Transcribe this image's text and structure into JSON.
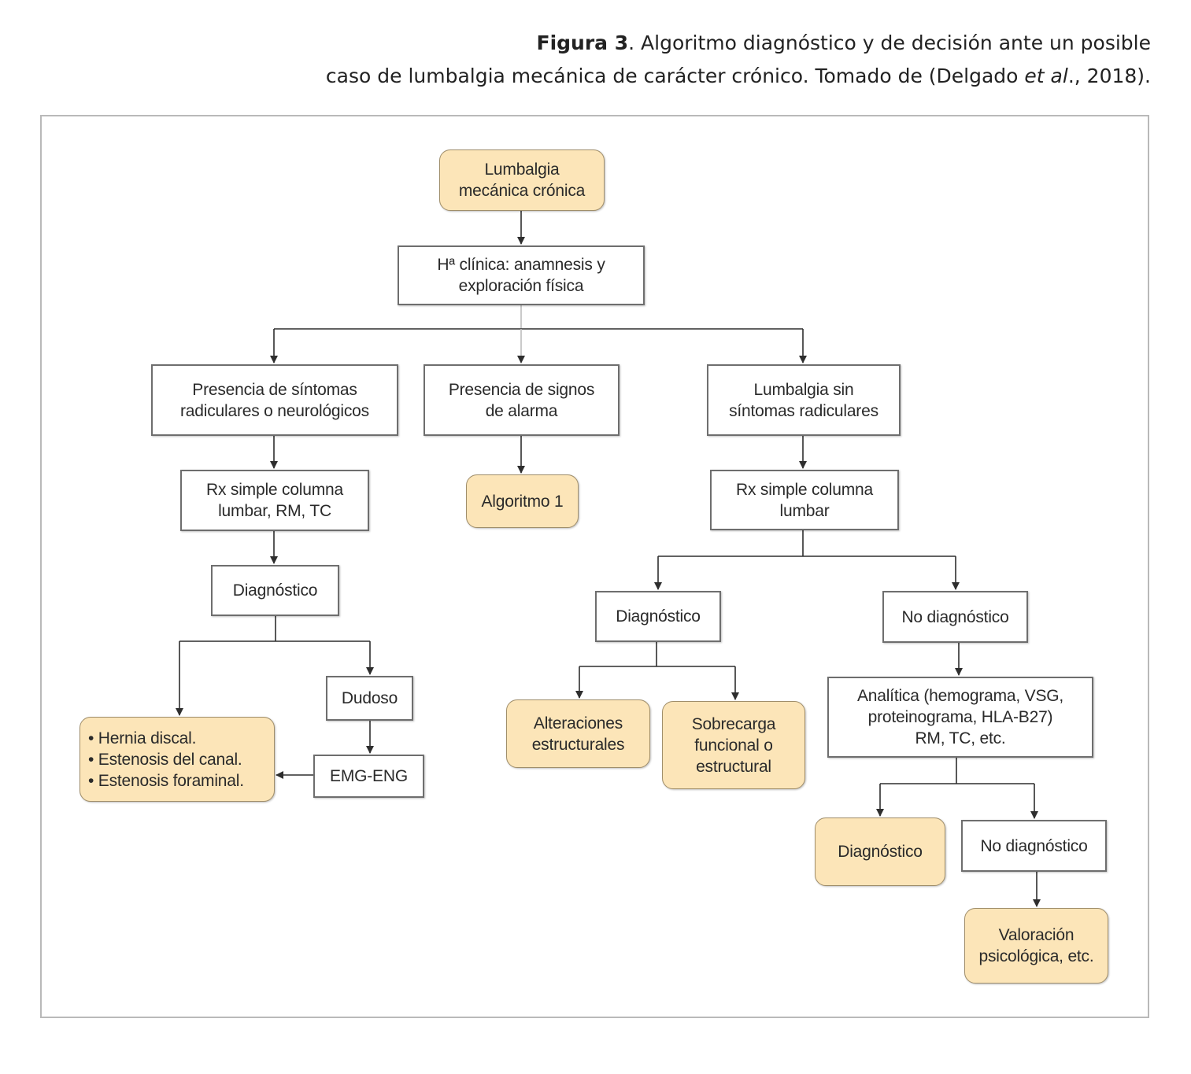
{
  "caption": {
    "label": "Figura 3",
    "line1_rest": ". Algoritmo diagnóstico y de decisión ante un posible",
    "line2_pre": "caso de lumbalgia mecánica de carácter crónico. Tomado de (Delgado ",
    "line2_italic": "et al",
    "line2_post": "., 2018)."
  },
  "nodes": {
    "root": "Lumbalgia\nmecánica crónica",
    "history": "Hª clínica: anamnesis y\nexploración física",
    "radicular": "Presencia de síntomas\nradiculares o neurológicos",
    "alarm": "Presencia de signos\nde alarma",
    "nonradicular": "Lumbalgia sin\nsíntomas radiculares",
    "rx_full": "Rx simple columna\nlumbar, RM, TC",
    "algoritmo": "Algoritmo 1",
    "rx_simple": "Rx simple columna\nlumbar",
    "diag_left": "Diagnóstico",
    "diag_mid": "Diagnóstico",
    "no_diag_1": "No diagnóstico",
    "dudoso": "Dudoso",
    "hernia_list": "• Hernia discal.\n• Estenosis del canal.\n• Estenosis foraminal.",
    "emg": "EMG-ENG",
    "alteraciones": "Alteraciones\nestructurales",
    "sobrecarga": "Sobrecarga\nfuncional o\nestructural",
    "analitica": "Analítica (hemograma, VSG,\nproteinograma, HLA-B27)\nRM, TC, etc.",
    "diag_right": "Diagnóstico",
    "no_diag_2": "No diagnóstico",
    "valoracion": "Valoración\npsicológica, etc."
  },
  "colors": {
    "outcome_fill": "#fce5b8",
    "box_border": "#6e6e6e",
    "connector": "#2e2e2e"
  }
}
